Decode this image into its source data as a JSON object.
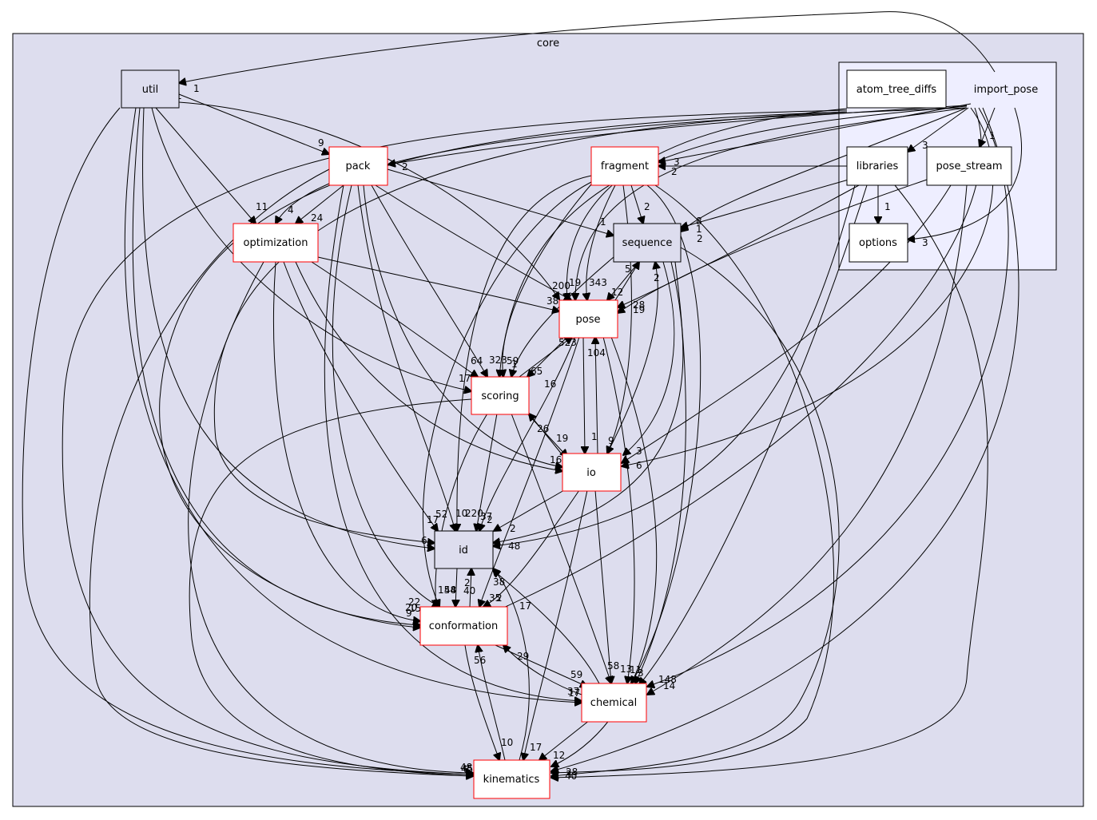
{
  "clusters": {
    "core": "core",
    "import_pose": "import_pose"
  },
  "nodes": {
    "util": "util",
    "atom_tree_diffs": "atom_tree_diffs",
    "pack": "pack",
    "fragment": "fragment",
    "libraries": "libraries",
    "pose_stream": "pose_stream",
    "optimization": "optimization",
    "sequence": "sequence",
    "options": "options",
    "pose": "pose",
    "scoring": "scoring",
    "io": "io",
    "id": "id",
    "conformation": "conformation",
    "chemical": "chemical",
    "kinematics": "kinematics"
  },
  "node_styles": {
    "plain_fill": "#ddddee",
    "red_border": "#ff0000",
    "cluster_fill": "#ddddee",
    "inner_cluster_fill": "#eeeeff"
  },
  "edge_labels": [
    "1",
    "1",
    "9",
    "11",
    "2",
    "3",
    "2",
    "2",
    "1",
    "8",
    "1",
    "2",
    "4",
    "24",
    "1",
    "1",
    "3",
    "3",
    "200",
    "19",
    "343",
    "5",
    "12",
    "2",
    "38",
    "28",
    "19",
    "523",
    "104",
    "17",
    "64",
    "323",
    "59",
    "1",
    "65",
    "16",
    "26",
    "19",
    "1",
    "9",
    "3",
    "6",
    "16",
    "2",
    "17",
    "52",
    "10",
    "220",
    "37",
    "2",
    "6",
    "48",
    "2",
    "40",
    "154",
    "48",
    "38",
    "35",
    "2",
    "17",
    "22",
    "20",
    "15",
    "9",
    "56",
    "29",
    "59",
    "58",
    "13",
    "11",
    "3",
    "148",
    "14",
    "37",
    "17",
    "10",
    "17",
    "12",
    "48",
    "45",
    "6",
    "3",
    "40",
    "28"
  ]
}
